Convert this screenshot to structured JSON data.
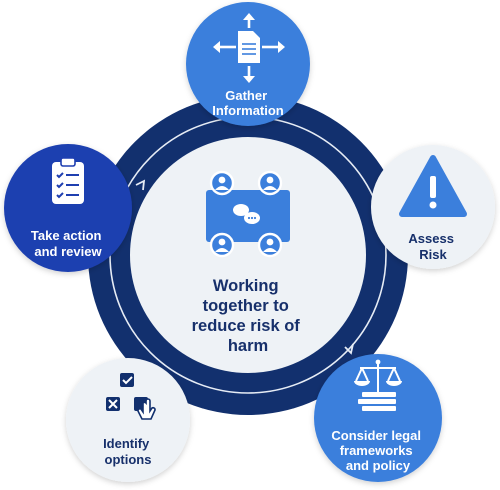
{
  "center": {
    "title_lines": [
      "Working",
      "together to",
      "reduce risk of",
      "harm"
    ]
  },
  "nodes": [
    {
      "id": "gather",
      "lines": [
        "Gather",
        "Information"
      ],
      "icon": "document-arrows-icon"
    },
    {
      "id": "assess",
      "lines": [
        "Assess",
        "Risk"
      ],
      "icon": "warning-triangle-icon"
    },
    {
      "id": "legal",
      "lines": [
        "Consider legal",
        "frameworks",
        "and policy"
      ],
      "icon": "scales-books-icon"
    },
    {
      "id": "identify",
      "lines": [
        "Identify",
        "options"
      ],
      "icon": "checkbox-cursor-icon"
    },
    {
      "id": "action",
      "lines": [
        "Take action",
        "and review"
      ],
      "icon": "clipboard-checklist-icon"
    }
  ],
  "center_icon": "people-meeting-icon",
  "colors": {
    "ring": "#12306e",
    "inner_disc": "#eef2f6",
    "node_light": "#eef2f6",
    "blue_mid": "#3b7fdc",
    "blue_dark": "#1f3fb0",
    "text_dark": "#17306b",
    "white": "#ffffff"
  }
}
